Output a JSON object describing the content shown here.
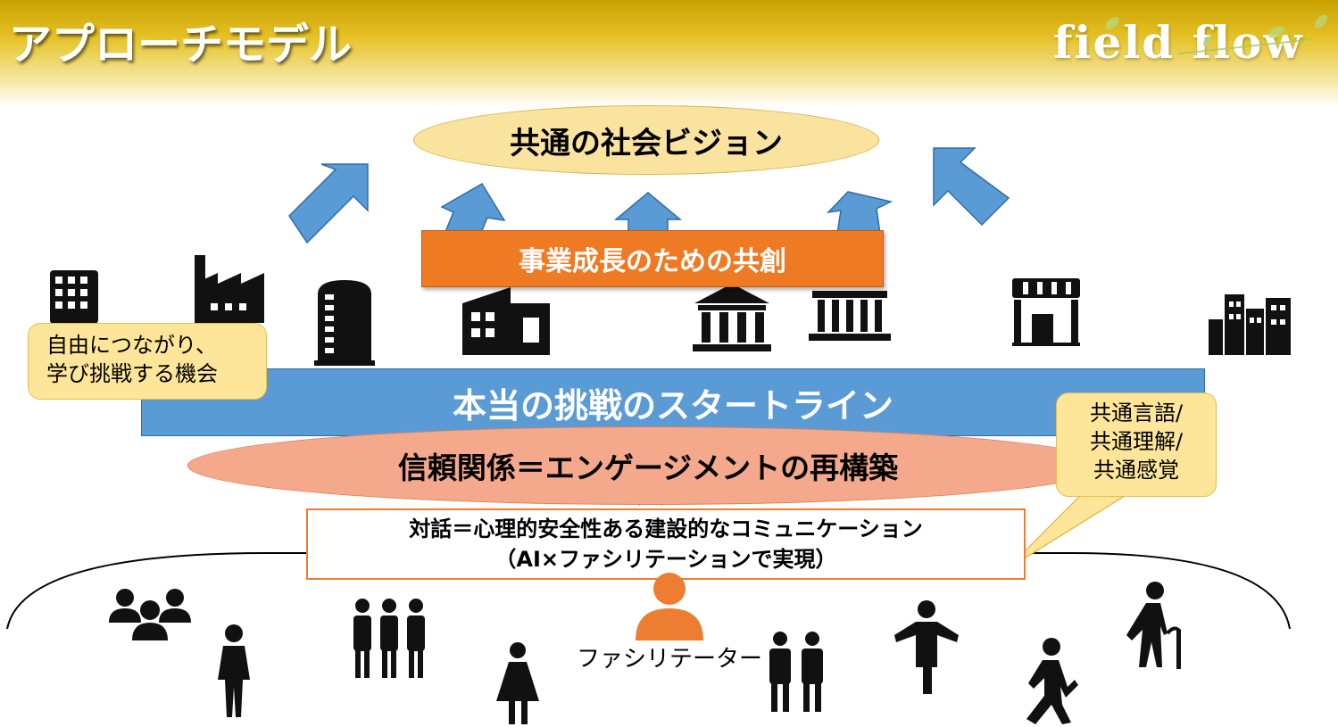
{
  "header": {
    "title": "アプローチモデル",
    "logo": "field flow"
  },
  "diagram": {
    "vision": "共通の社会ビジョン",
    "cocreation": "事業成長のための共創",
    "start_line": "本当の挑戦のスタートライン",
    "trust": "信頼関係＝エンゲージメントの再構築",
    "dialog_line1": "対話＝心理的安全性ある建設的なコミュニケーション",
    "dialog_line2": "（AI×ファシリテーションで実現）",
    "callout_left_line1": "自由につながり、",
    "callout_left_line2": "学び挑戦する機会",
    "callout_right_line1": "共通言語/",
    "callout_right_line2": "共通理解/",
    "callout_right_line3": "共通感覚",
    "facilitator": "ファシリテーター"
  },
  "colors": {
    "header_gold": "#c9a000",
    "vision_fill": "#fae39f",
    "cocreation_fill": "#ef7a24",
    "start_line_fill": "#5b9bd5",
    "trust_fill": "#f4a98c",
    "dialog_border": "#ed7d31",
    "callout_fill": "#fde59a",
    "arrow_fill": "#5b9bd5",
    "facilitator_icon": "#ed7d31"
  },
  "icons": [
    "office-building-icon",
    "factory-icon",
    "phone-booth-icon",
    "warehouse-icon",
    "bank-icon",
    "government-building-icon",
    "store-icon",
    "city-buildings-icon",
    "people-group-icon",
    "person-icon",
    "facilitator-icon",
    "elderly-person-icon",
    "walking-person-icon"
  ]
}
